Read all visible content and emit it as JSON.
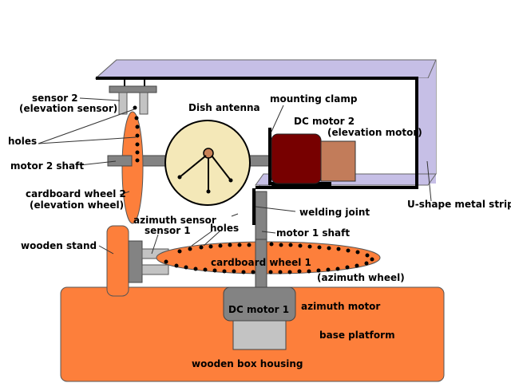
{
  "diagram": {
    "colors": {
      "strip": "#c6bfe6",
      "orange": "#fd7f3b",
      "dish": "#f4e8b8",
      "dish_hub": "#c98257",
      "motor2_body": "#770000",
      "motor2_end": "#c27c5a",
      "gray_dark": "#838383",
      "gray_light": "#c3c3c3",
      "black": "#000000"
    },
    "labels": {
      "sensor2_line1": "sensor 2",
      "sensor2_line2": "(elevation sensor)",
      "holes_left": "holes",
      "motor2_shaft": "motor 2 shaft",
      "wheel2_line1": "cardboard wheel 2",
      "wheel2_line2": "(elevation wheel)",
      "dish_antenna": "Dish antenna",
      "mounting_clamp": "mounting clamp",
      "dc_motor2_line1": "DC motor 2",
      "dc_motor2_line2": "(elevation motor)",
      "u_strip": "U-shape metal strip",
      "welding_joint": "welding joint",
      "motor1_shaft": "motor 1 shaft",
      "azimuth_sensor": "azimuth sensor",
      "sensor1": "sensor 1",
      "holes_right": "holes",
      "wooden_stand": "wooden stand",
      "wheel1_line1": "cardboard wheel 1",
      "wheel1_line2": "(azimuth wheel)",
      "dc_motor1": "DC motor 1",
      "azimuth_motor": "azimuth motor",
      "base_platform": "base platform",
      "wooden_box": "wooden box housing"
    }
  }
}
